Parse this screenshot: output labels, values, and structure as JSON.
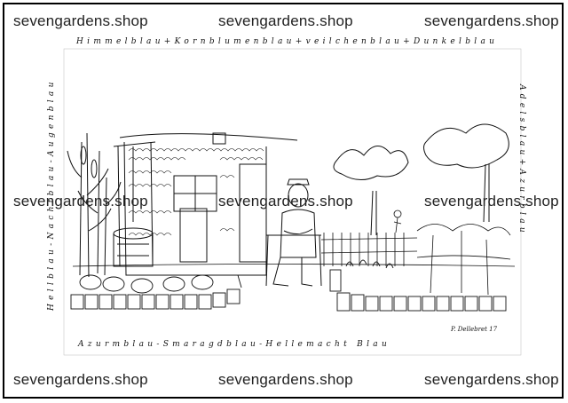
{
  "watermark": "sevengardens.shop",
  "captions": {
    "top": "Himmelblau+Kornblumenblau+veilchenblau+Dunkelblau",
    "right": "Adelsblau+Azurblau",
    "bottom": "Azurmblau-Smaragdblau-Hellemacht Blau",
    "left": "Hellblau-Nachtblau-Augenblau"
  },
  "signature": "P. Dellebret 17",
  "colors": {
    "ink": "#111111",
    "paper": "#ffffff",
    "watermark": "#222222"
  }
}
